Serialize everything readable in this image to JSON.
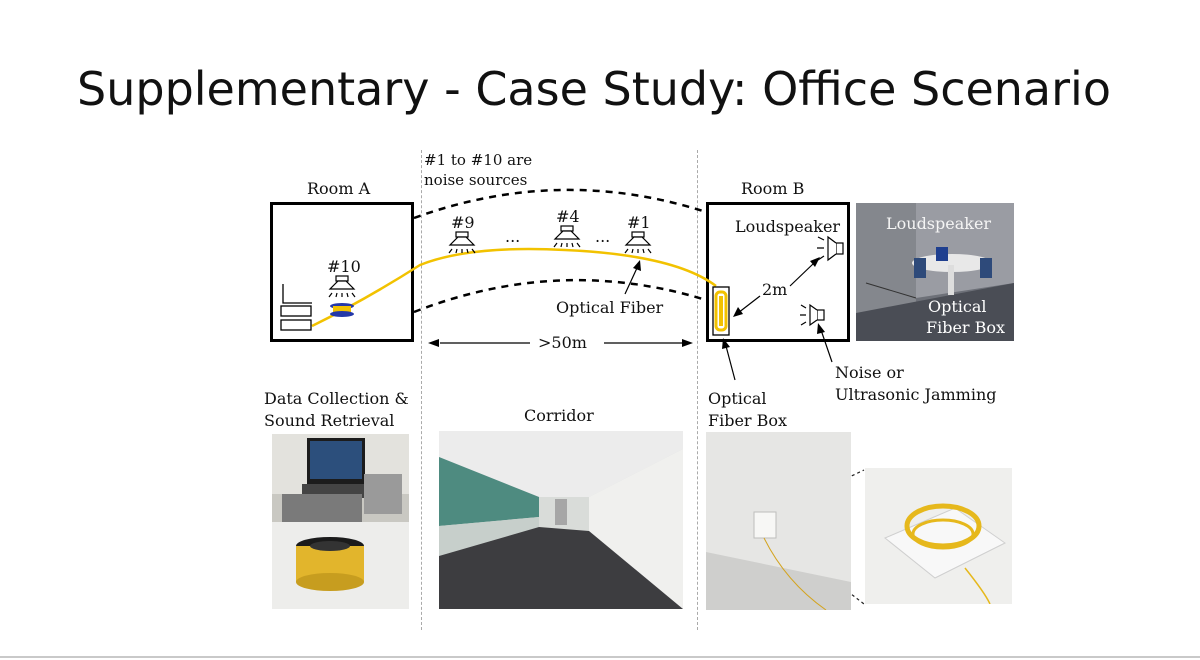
{
  "slide": {
    "title": "Supplementary - Case Study: Office Scenario"
  },
  "diagram": {
    "noise_note_line1": "#1 to #10 are",
    "noise_note_line2": "noise sources",
    "room_a": "Room A",
    "room_b": "Room B",
    "loudspeaker": "Loudspeaker",
    "distance_2m": "2m",
    "distance_50m": ">50m",
    "optical_fiber": "Optical Fiber",
    "noise_line1": "Noise or",
    "noise_line2": "Ultrasonic Jamming",
    "fiber_box_line1": "Optical",
    "fiber_box_line2": "Fiber Box",
    "sources": [
      "#10",
      "#9",
      "#4",
      "#1"
    ],
    "ellipsis": "...",
    "fiber_color": "#f2c200"
  },
  "photos": {
    "room_b_photo": {
      "label_loudspeaker": "Loudspeaker",
      "label_box_line1": "Optical",
      "label_box_line2": "Fiber Box"
    },
    "data_collection_line1": "Data Collection &",
    "data_collection_line2": "Sound Retrieval",
    "corridor": "Corridor"
  }
}
